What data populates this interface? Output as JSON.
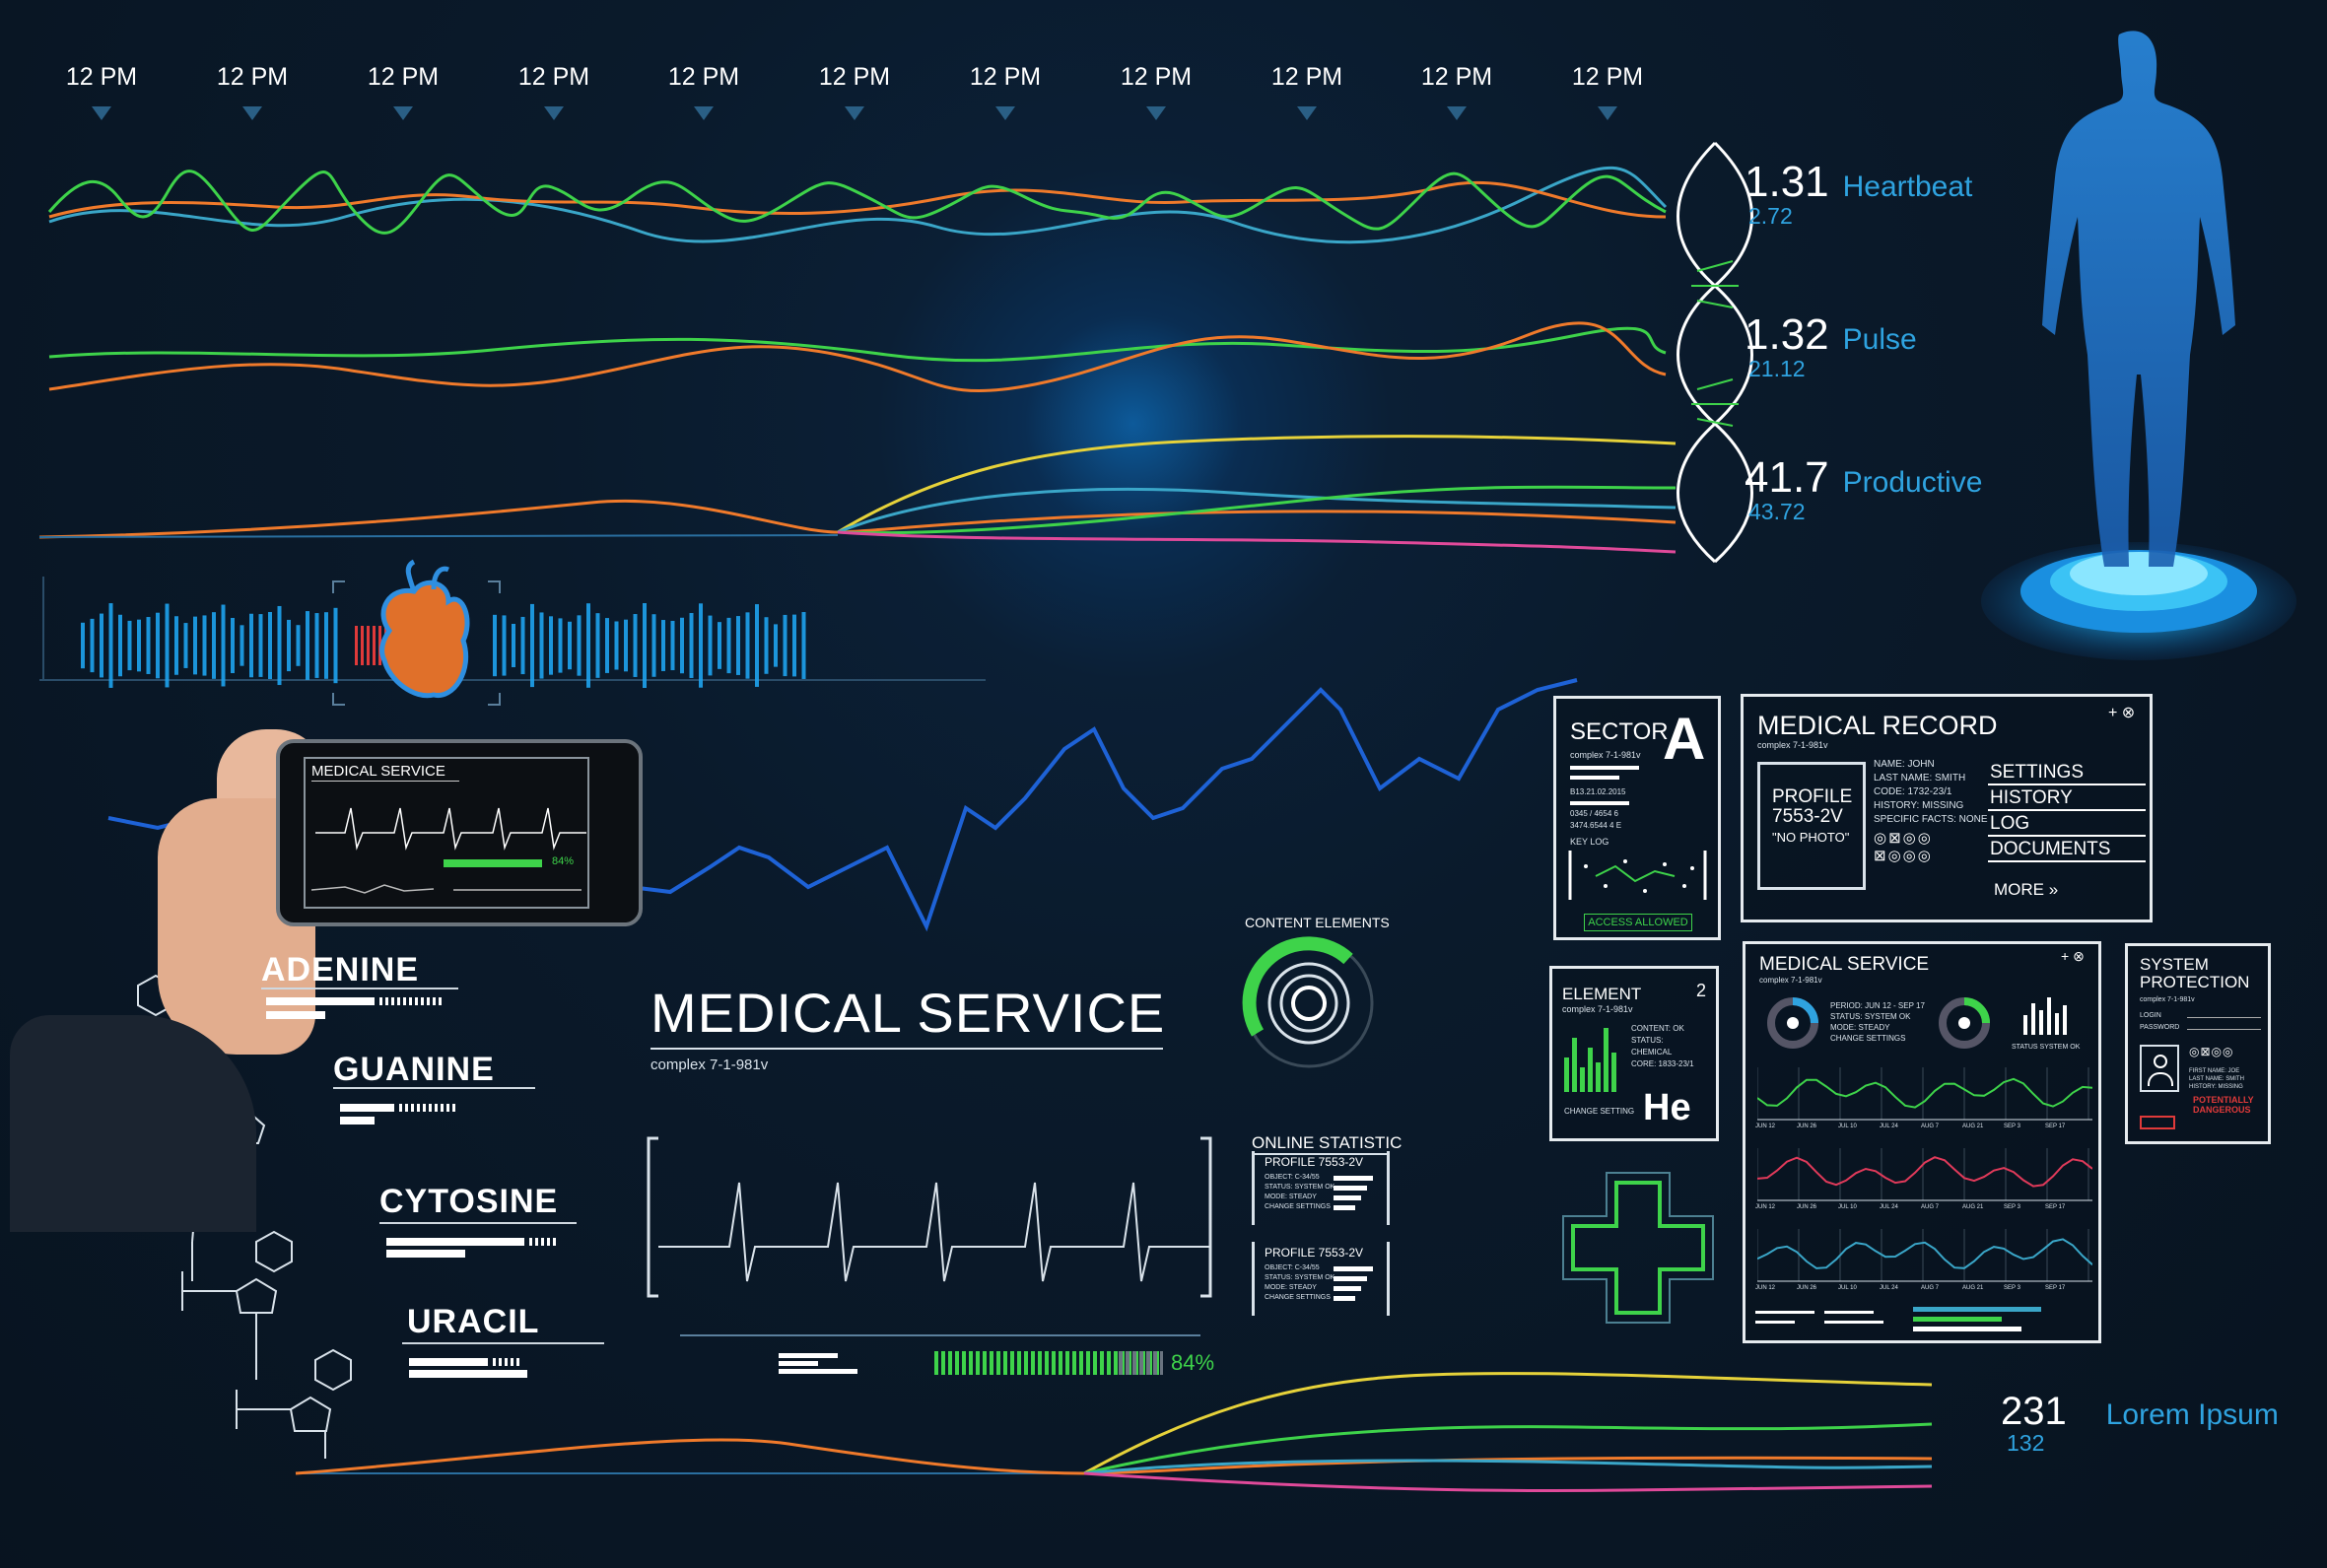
{
  "timeline": {
    "labels": [
      "12 PM",
      "12 PM",
      "12 PM",
      "12 PM",
      "12 PM",
      "12 PM",
      "12 PM",
      "12 PM",
      "12 PM",
      "12 PM",
      "12 PM"
    ]
  },
  "readouts": [
    {
      "value": "1.31",
      "label": "Heartbeat",
      "sub": "2.72"
    },
    {
      "value": "1.32",
      "label": "Pulse",
      "sub": "21.12"
    },
    {
      "value": "41.7",
      "label": "Productive",
      "sub": "43.72"
    }
  ],
  "bottom_readout": {
    "value": "231",
    "label": "Lorem Ipsum",
    "sub": "132"
  },
  "nucleobases": [
    "ADENINE",
    "GUANINE",
    "CYTOSINE",
    "URACIL"
  ],
  "phone": {
    "title": "MEDICAL SERVICE",
    "percent": "84%"
  },
  "main": {
    "title": "MEDICAL SERVICE",
    "subtitle": "complex 7-1-981v",
    "percent": "84%"
  },
  "content_elements": {
    "title": "CONTENT ELEMENTS"
  },
  "online_statistic": {
    "title": "ONLINE STATISTIC",
    "cards": [
      {
        "title": "PROFILE 7553-2V",
        "lines": [
          "OBJECT: C-34/55",
          "STATUS: SYSTEM OK",
          "MODE: STEADY",
          "CHANGE SETTINGS"
        ]
      },
      {
        "title": "PROFILE 7553-2V",
        "lines": [
          "OBJECT: C-34/55",
          "STATUS: SYSTEM OK",
          "MODE: STEADY",
          "CHANGE SETTINGS"
        ]
      }
    ]
  },
  "sector": {
    "title": "SECTOR",
    "letter": "A",
    "subtitle": "complex 7-1-981v",
    "key_log": "KEY LOG",
    "access": "ACCESS ALLOWED",
    "codes": [
      "B13.21.02.2015",
      "0345 / 4654 6",
      "3474.6544 4 E"
    ]
  },
  "medical_record": {
    "title": "MEDICAL RECORD",
    "subtitle": "complex 7-1-981v",
    "profile": "PROFILE",
    "profile_id": "7553-2V",
    "no_photo": "\"NO PHOTO\"",
    "fields": [
      "NAME:  JOHN",
      "LAST NAME:  SMITH",
      "CODE:  1732-23/1",
      "HISTORY:  MISSING",
      "SPECIFIC FACTS:  NONE"
    ],
    "links": [
      "SETTINGS",
      "HISTORY",
      "LOG",
      "DOCUMENTS"
    ],
    "more": "MORE"
  },
  "element": {
    "title": "ELEMENT",
    "subtitle": "complex 7-1-981v",
    "number": "2",
    "symbol": "He",
    "lines": [
      "CONTENT: OK",
      "STATUS:",
      "CHEMICAL",
      "CORE: 1833-23/1"
    ],
    "change": "CHANGE SETTING"
  },
  "medical_service_panel": {
    "title": "MEDICAL SERVICE",
    "subtitle": "complex 7-1-981v",
    "info": [
      "PERIOD: JUN 12 - SEP 17",
      "STATUS: SYSTEM OK",
      "MODE: STEADY",
      "CHANGE SETTINGS"
    ],
    "status": "STATUS SYSTEM OK",
    "dates": [
      "JUN 12",
      "JUN 26",
      "JUL 10",
      "JUL 24",
      "AUG 7",
      "AUG 21",
      "SEP 3",
      "SEP 17"
    ]
  },
  "system_protection": {
    "title": "SYSTEM PROTECTION",
    "subtitle": "complex 7-1-981v",
    "login": "LOGIN",
    "password": "PASSWORD",
    "fields": [
      "FIRST NAME:  JOE",
      "LAST NAME:  SMITH",
      "HISTORY:  MISSING"
    ],
    "warning": "POTENTIALLY DANGEROUS"
  },
  "colors": {
    "accent_blue": "#2fa3e0",
    "green": "#3ed34a",
    "orange": "#f07a2b",
    "yellow": "#e6d23a",
    "red": "#e03a3a",
    "teal": "#3aa6c8",
    "pink": "#e04a9a"
  }
}
